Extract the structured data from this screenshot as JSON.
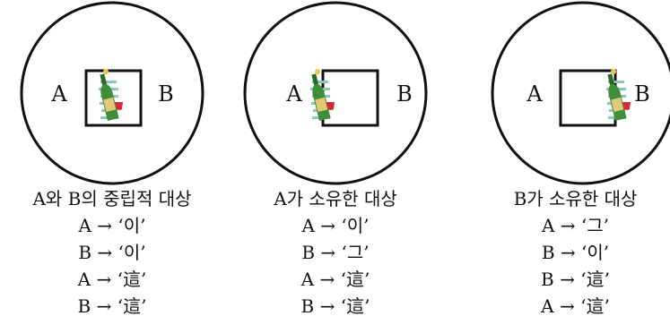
{
  "panels": [
    {
      "labels": {
        "left": "A",
        "right": "B"
      },
      "bottle_position": "center",
      "title": "A와 B의 중립적 대상",
      "lines": [
        "A → ‘이’",
        "B → ‘이’",
        "A → ‘這’",
        "B → ‘這’"
      ]
    },
    {
      "labels": {
        "left": "A",
        "right": "B"
      },
      "bottle_position": "left",
      "title": "A가 소유한 대상",
      "lines": [
        "A → ‘이’",
        "B → ‘그’",
        "A → ‘這’",
        "B → ‘這’"
      ]
    },
    {
      "labels": {
        "left": "A",
        "right": "B"
      },
      "bottle_position": "right",
      "title": "B가 소유한 대상",
      "lines": [
        "A → ‘그’",
        "B → ‘이’",
        "B → ‘這’",
        "A → ‘這’"
      ]
    }
  ],
  "colors": {
    "stroke": "#111111",
    "bottle": "#3f8f3a",
    "bottle_dark": "#2c6a2a",
    "label_tan": "#e3c87a",
    "wine_red": "#d42b3a",
    "stripe": "#8cc6b6"
  }
}
